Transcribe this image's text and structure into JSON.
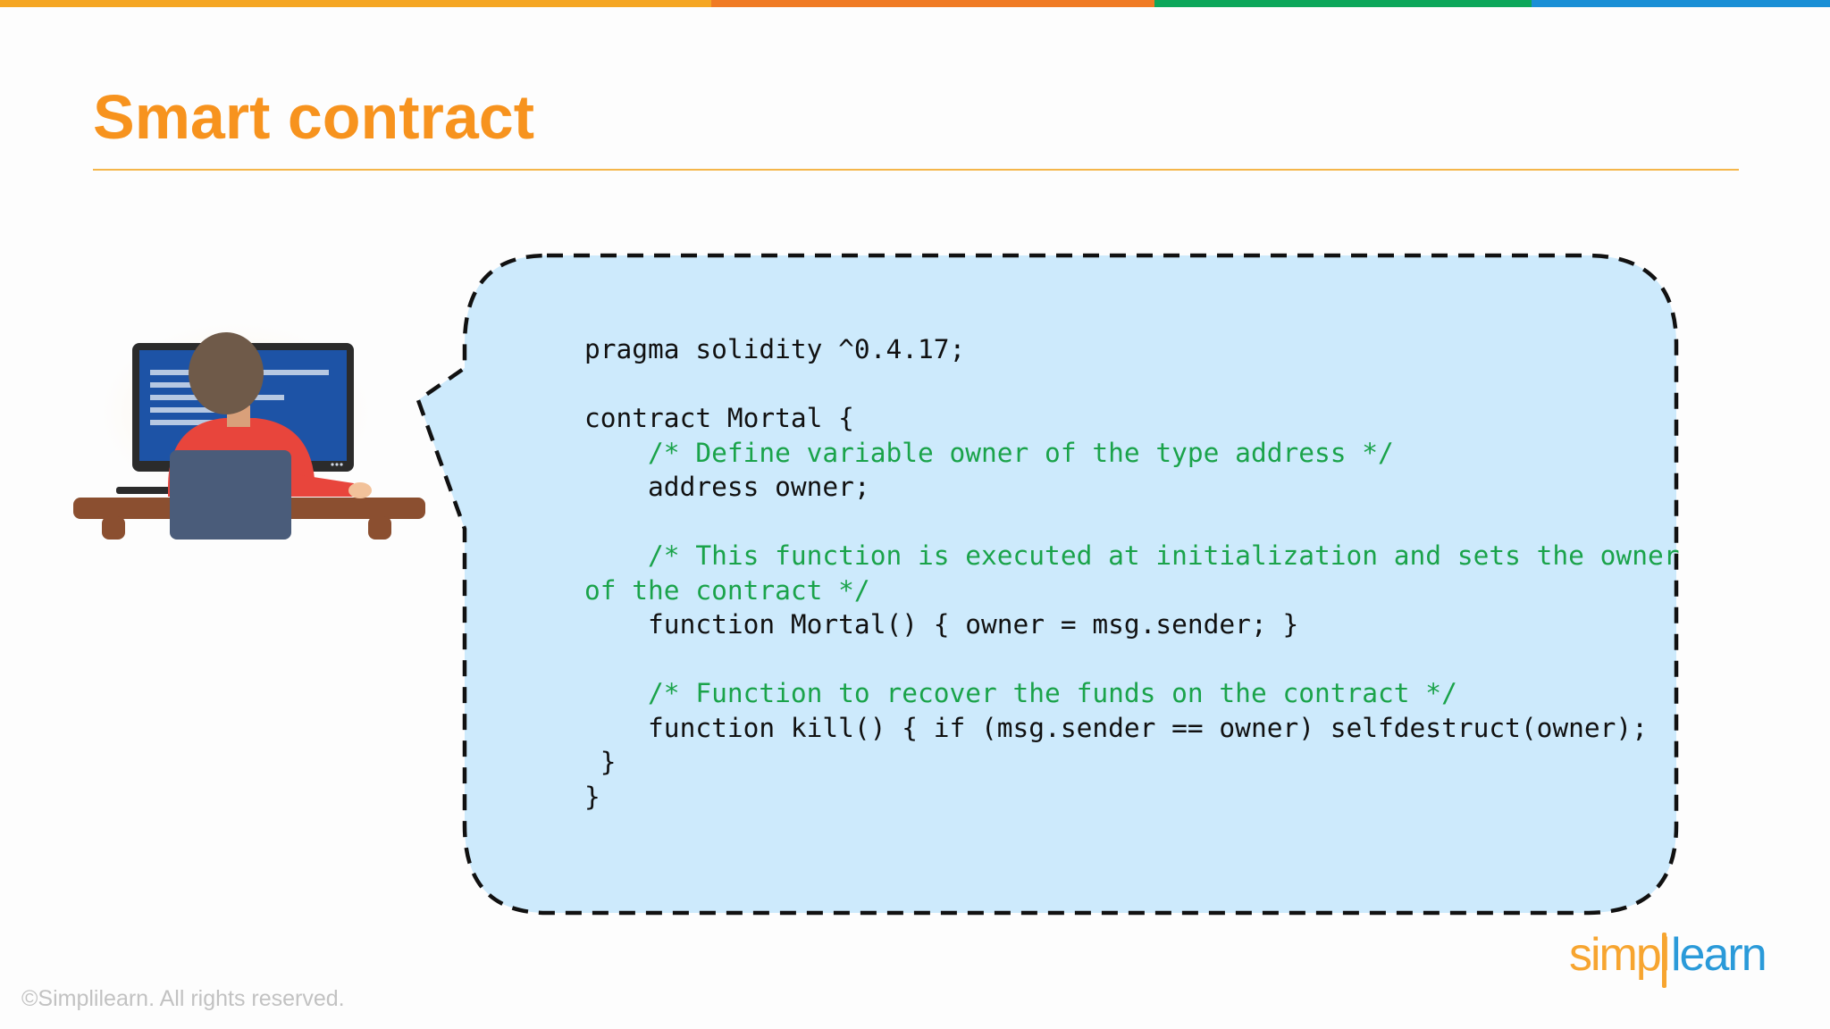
{
  "colors": {
    "top_bar": [
      "#f5a623",
      "#f07b24",
      "#0da75a",
      "#1a8fd6"
    ],
    "title": "#f7931e",
    "rule": "#f5b64a",
    "bubble_fill": "#cdeafc",
    "comment": "#1aa34a",
    "logo_orange": "#f7a530",
    "logo_blue": "#2a9ad9"
  },
  "slide": {
    "title": "Smart contract"
  },
  "code": {
    "lines": [
      {
        "text": "pragma solidity ^0.4.17;",
        "kind": "plain"
      },
      {
        "text": "",
        "kind": "plain"
      },
      {
        "text": "contract Mortal {",
        "kind": "plain"
      },
      {
        "text": "    /* Define variable owner of the type address */",
        "kind": "comment"
      },
      {
        "text": "    address owner;",
        "kind": "plain"
      },
      {
        "text": "",
        "kind": "plain"
      },
      {
        "text": "    /* This function is executed at initialization and sets the owner",
        "kind": "comment"
      },
      {
        "text": "of the contract */",
        "kind": "comment"
      },
      {
        "text": "    function Mortal() { owner = msg.sender; }",
        "kind": "plain"
      },
      {
        "text": "",
        "kind": "plain"
      },
      {
        "text": "    /* Function to recover the funds on the contract */",
        "kind": "comment"
      },
      {
        "text": "    function kill() { if (msg.sender == owner) selfdestruct(owner);",
        "kind": "plain"
      },
      {
        "text": " }",
        "kind": "plain"
      },
      {
        "text": "}",
        "kind": "plain"
      }
    ]
  },
  "illustration": {
    "icon": "developer-at-computer-icon"
  },
  "footer": {
    "copyright": "©Simplilearn. All rights reserved.",
    "logo_part1": "simpl",
    "logo_part2": "learn"
  }
}
